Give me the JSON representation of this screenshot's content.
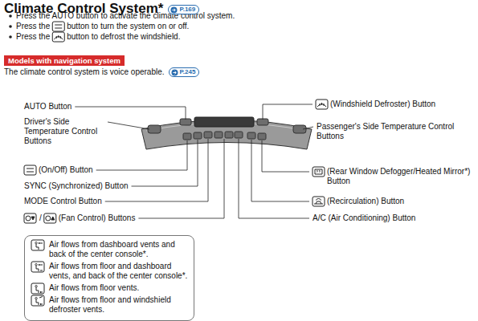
{
  "diagram": {
    "title": "Climate Control System*",
    "nodes": [
      {
        "text": [
          "P.169"
        ]
      },
      {
        "text": [
          "Models with navigation system"
        ]
      },
      {
        "text": [
          "P.245"
        ]
      }
    ],
    "labels": [
      "Press the AUTO button to activate the climate control system.",
      "Press the",
      "button to turn the system on or off.",
      "Press the",
      "button to defrost the windshield.",
      "The climate control system is voice operable.",
      "AUTO Button",
      "Driver's Side Temperature Control Buttons",
      "(On/Off) Button",
      "SYNC (Synchronized) Button",
      "MODE Control Button",
      "/",
      "(Fan Control) Buttons",
      "(Windshield Defroster) Button",
      "Passenger's Side Temperature Control Buttons",
      "(Rear Window Defogger/Heated Mirror*) Button",
      "(Recirculation) Button",
      "A/C (Air Conditioning) Button"
    ],
    "legend": [
      {
        "text": "Air flows from dashboard vents and back of the center console*."
      },
      {
        "text": "Air flows from floor and dashboard vents, and back of the center console*."
      },
      {
        "text": "Air flows from floor vents."
      },
      {
        "text": "Air flows from floor and windshield defroster vents."
      }
    ]
  }
}
